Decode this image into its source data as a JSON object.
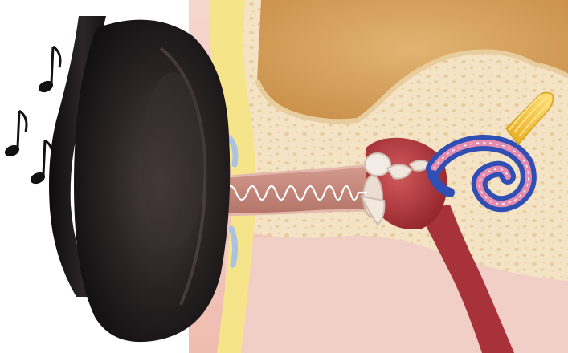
{
  "image": {
    "subject": "headphone-sound-into-inner-ear-illustration",
    "colors": {
      "background": "#ffffff",
      "skin": "#f3c9bf",
      "skin_dark": "#e9b2a6",
      "cartilage": "#f6e48a",
      "bone": "#f4e3c4",
      "bone_pore": "#e9cfa6",
      "brain_space": "#d8a560",
      "canal": "#c98b7e",
      "middle_ear": "#b3343b",
      "cochlea_blue": "#2f4fb5",
      "cochlea_pink": "#e58bb0",
      "nerve": "#f2c230",
      "headphone": "#1d1a1b",
      "music_note": "#111111"
    },
    "elements": [
      "music-note-icon",
      "headphone",
      "ear-canal",
      "sound-wave",
      "eardrum",
      "ossicles",
      "cochlea",
      "auditory-nerve",
      "eustachian-tube"
    ]
  }
}
